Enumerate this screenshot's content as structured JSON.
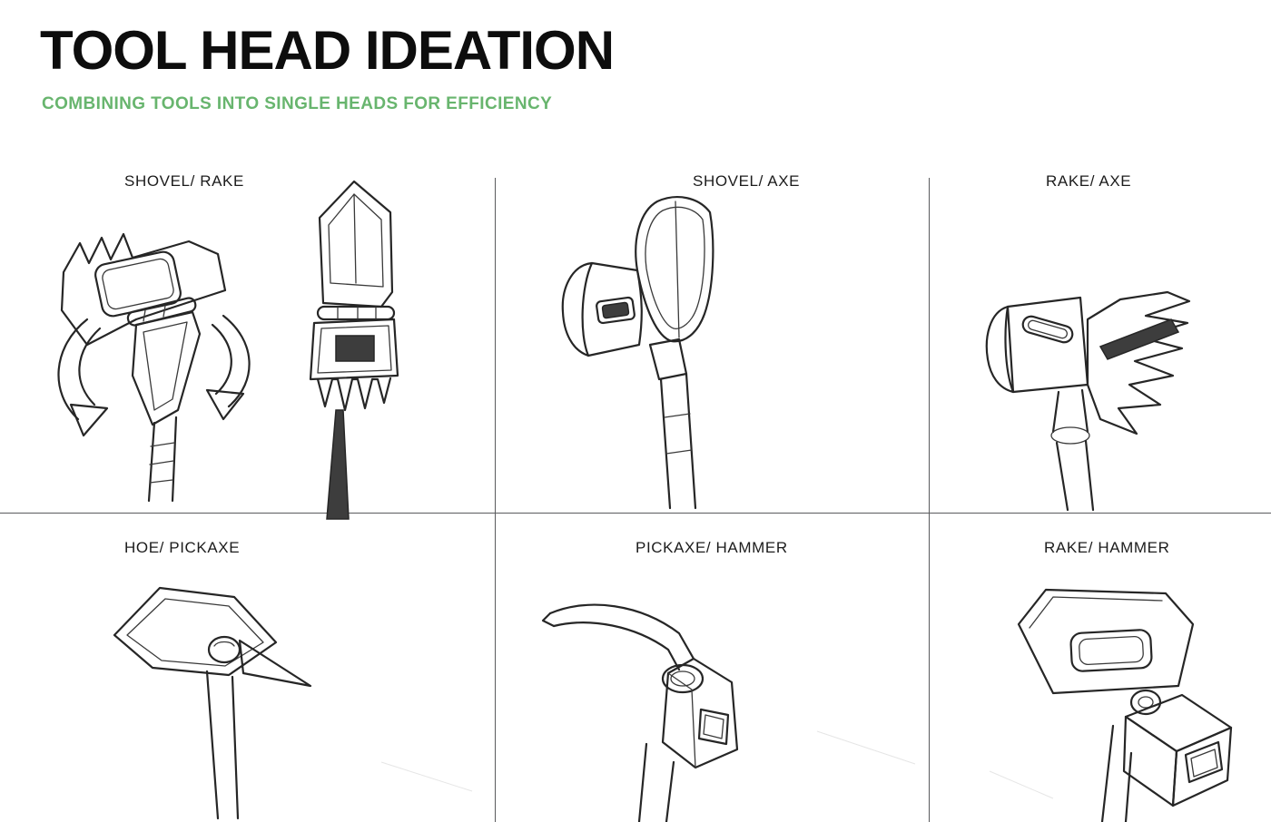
{
  "page": {
    "title": "TOOL HEAD IDEATION",
    "subtitle": "COMBINING TOOLS INTO SINGLE HEADS FOR EFFICIENCY",
    "subtitle_color": "#68b56e",
    "background_color": "#ffffff",
    "ink_color": "#262626"
  },
  "grid": {
    "rows": 2,
    "columns": 3,
    "cells": [
      {
        "label": "SHOVEL/ RAKE",
        "sketch": "shovel-rake-flip-head-sketch"
      },
      {
        "label": "SHOVEL/ AXE",
        "sketch": "shovel-axe-combo-sketch"
      },
      {
        "label": "RAKE/ AXE",
        "sketch": "rake-axe-combo-sketch"
      },
      {
        "label": "HOE/ PICKAXE",
        "sketch": "hoe-pickaxe-combo-sketch"
      },
      {
        "label": "PICKAXE/ HAMMER",
        "sketch": "pickaxe-hammer-combo-sketch"
      },
      {
        "label": "RAKE/ HAMMER",
        "sketch": "rake-hammer-combo-sketch"
      }
    ]
  }
}
